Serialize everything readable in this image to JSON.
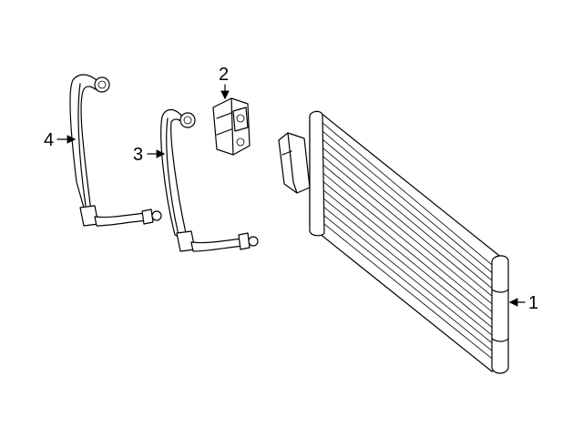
{
  "callouts": [
    {
      "id": "cooler",
      "label": "1"
    },
    {
      "id": "bracket",
      "label": "2"
    },
    {
      "id": "line-lower",
      "label": "3"
    },
    {
      "id": "line-upper",
      "label": "4"
    }
  ],
  "colors": {
    "stroke": "#000000",
    "background": "#ffffff"
  }
}
